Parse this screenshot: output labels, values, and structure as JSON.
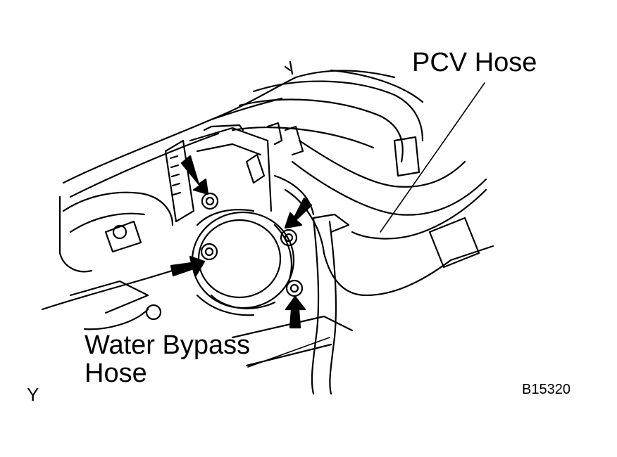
{
  "labels": {
    "pcv_hose": "PCV Hose",
    "water_bypass_line1": "Water Bypass",
    "water_bypass_line2": "Hose",
    "figure_code": "B15320",
    "corner_mark": "Y"
  },
  "colors": {
    "ink": "#000000",
    "paper": "#ffffff"
  }
}
